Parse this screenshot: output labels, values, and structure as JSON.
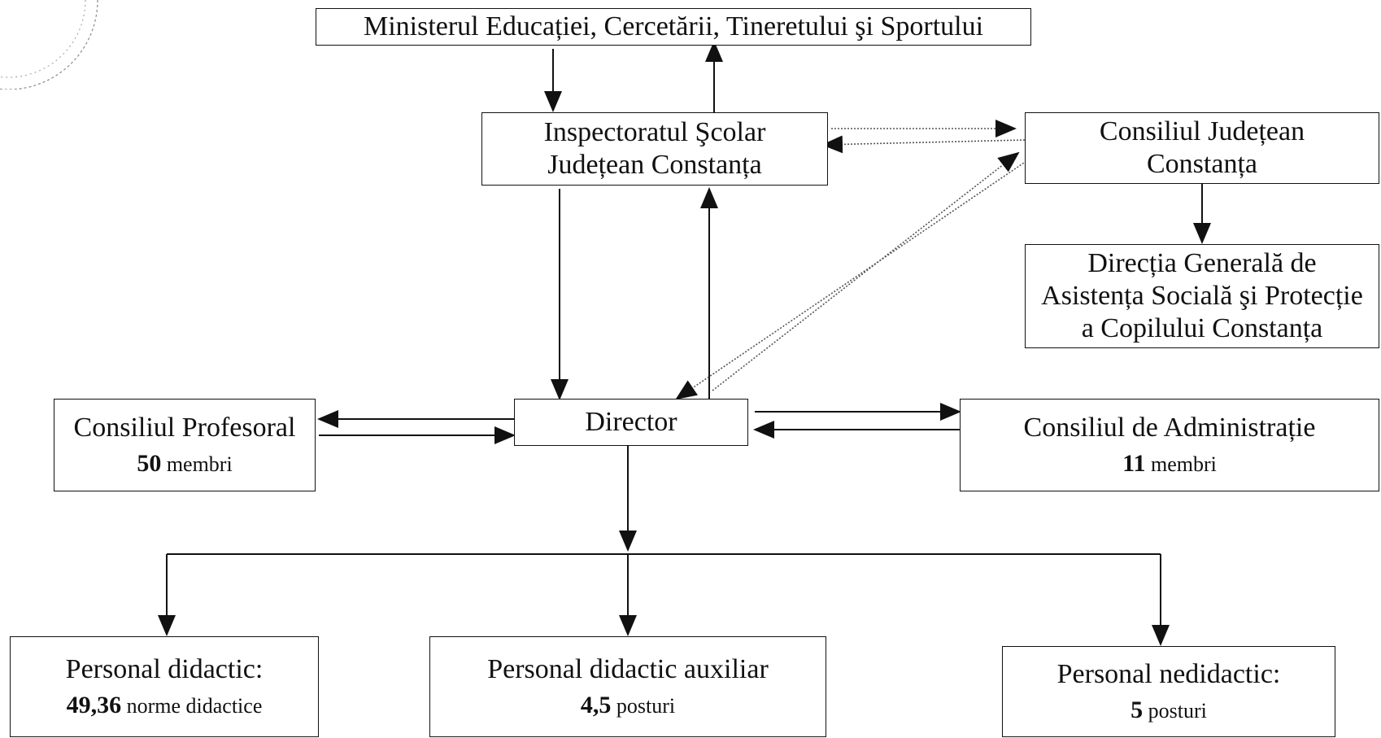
{
  "ministry": {
    "label": "Ministerul Educației, Cercetării, Tineretului şi Sportului"
  },
  "inspectorate": {
    "line1": "Inspectoratul Şcolar",
    "line2": "Județean Constanța"
  },
  "county_council": {
    "line1": "Consiliul Județean",
    "line2": "Constanța"
  },
  "social_directorate": {
    "line1": "Direcția Generală de",
    "line2": "Asistența Socială şi Protecție",
    "line3": "a Copilului Constanța"
  },
  "director": {
    "label": "Director"
  },
  "teachers_council": {
    "label": "Consiliul Profesoral",
    "count": "50",
    "unit": "membri"
  },
  "admin_council": {
    "label": "Consiliul de Administrație",
    "count": "11",
    "unit": "membri"
  },
  "teaching_staff": {
    "label": "Personal didactic:",
    "count": "49,36",
    "unit": "norme didactice"
  },
  "auxiliary_staff": {
    "label": "Personal didactic auxiliar",
    "count": "4,5",
    "unit": "posturi"
  },
  "non_teaching_staff": {
    "label": "Personal nedidactic:",
    "count": "5",
    "unit": "posturi"
  },
  "colors": {
    "line": "#111111",
    "dotted": "#555555"
  }
}
